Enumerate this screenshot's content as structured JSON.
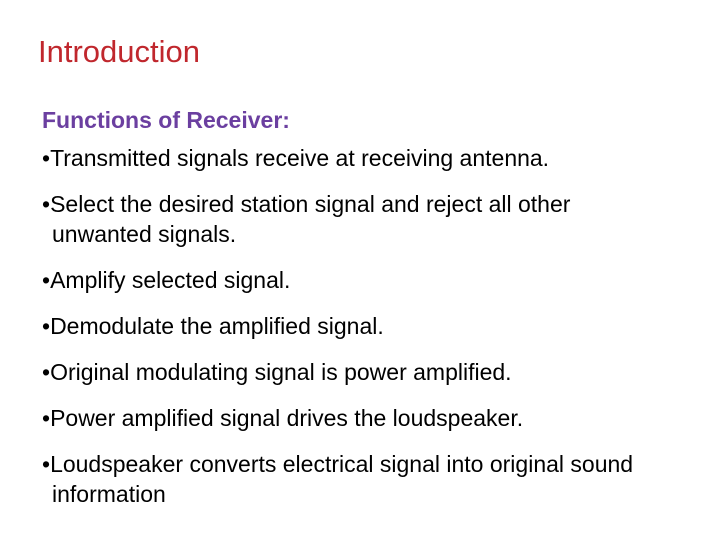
{
  "slide": {
    "title": "Introduction",
    "title_color": "#C0272D",
    "background_color": "#FFFFFF",
    "heading": "Functions of Receiver:",
    "heading_color": "#6B3FA0",
    "body_color": "#000000",
    "bullet_glyph": "•",
    "bullets": [
      "Transmitted signals receive at receiving antenna.",
      "Select the desired station signal and reject all other unwanted signals.",
      "Amplify selected signal.",
      "Demodulate the amplified signal.",
      "Original modulating signal is power amplified.",
      "Power amplified signal drives the loudspeaker.",
      "Loudspeaker converts electrical signal into original sound information"
    ]
  }
}
